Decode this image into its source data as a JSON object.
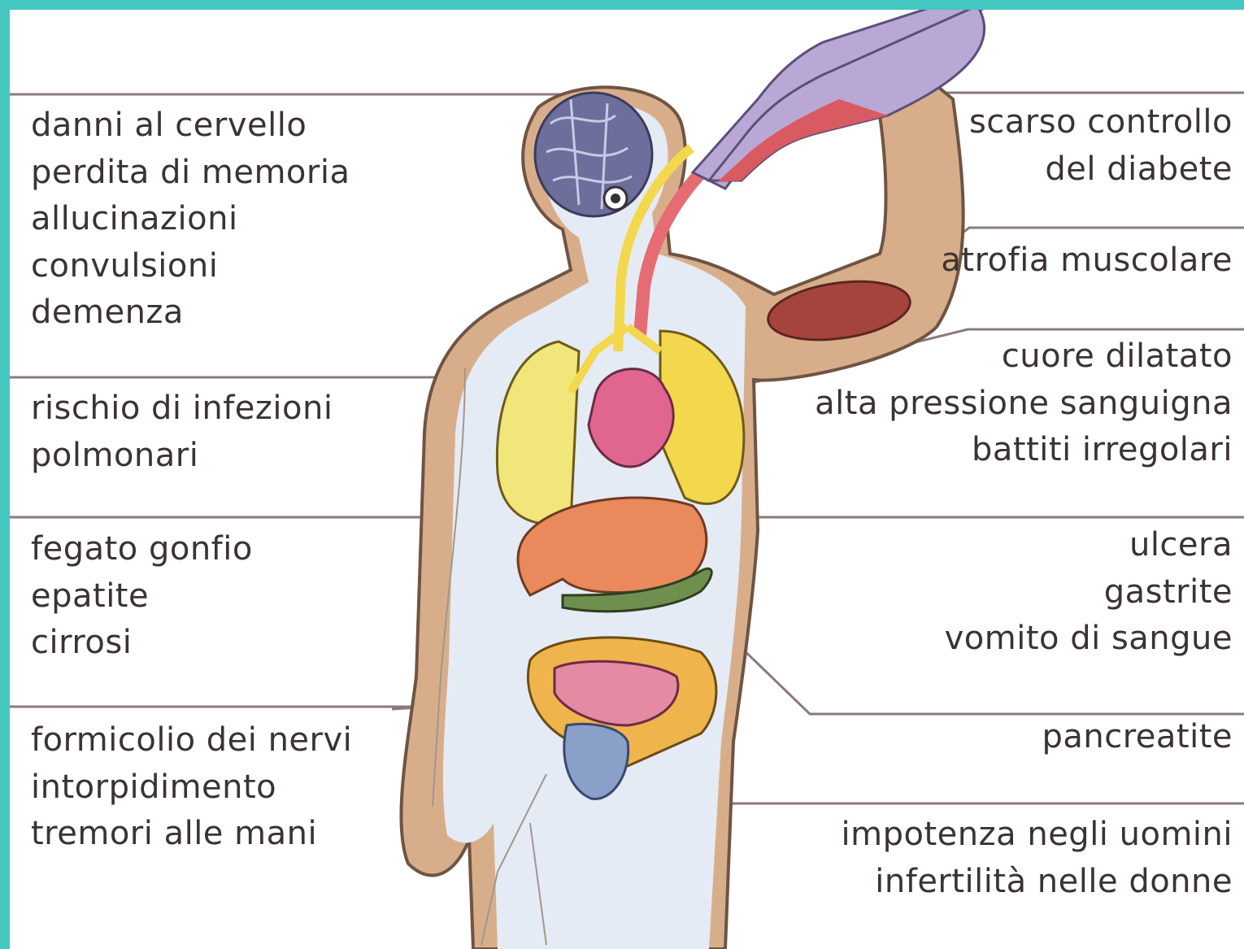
{
  "colors": {
    "frame": "#44c7c0",
    "background": "#ffffff",
    "text": "#3b3333",
    "leader_lines": "#8a7a7e",
    "skin": "#d8ae8a",
    "body_fill": "#e4ebf4",
    "brain": "#6e6e9c",
    "lung_left": "#f0e67a",
    "lung_right": "#f3d84e",
    "heart": "#e0658f",
    "liver": "#e9895c",
    "pancreas": "#6f8f4f",
    "intestines": "#efb44c",
    "bladder": "#8aa0c8",
    "bottle": "#b9a8d6",
    "wine": "#d95a60"
  },
  "labels_left": [
    {
      "id": "brain",
      "lines": [
        "danni al cervello",
        "perdita di memoria",
        "allucinazioni",
        "convulsioni",
        "demenza"
      ]
    },
    {
      "id": "lungs",
      "lines": [
        "rischio di infezioni",
        "polmonari"
      ]
    },
    {
      "id": "liver",
      "lines": [
        "fegato gonfio",
        "epatite",
        "cirrosi"
      ]
    },
    {
      "id": "nerves",
      "lines": [
        "formicolio dei nervi",
        "intorpidimento",
        "tremori alle  mani"
      ]
    }
  ],
  "labels_right": [
    {
      "id": "diabetes",
      "lines": [
        "scarso controllo",
        "del diabete"
      ]
    },
    {
      "id": "muscles",
      "lines": [
        "atrofia muscolare"
      ]
    },
    {
      "id": "heart",
      "lines": [
        "cuore dilatato",
        "alta pressione sanguigna",
        "battiti irregolari"
      ]
    },
    {
      "id": "stomach",
      "lines": [
        "ulcera",
        "gastrite",
        "vomito di sangue"
      ]
    },
    {
      "id": "pancreas",
      "lines": [
        "pancreatite"
      ]
    },
    {
      "id": "reproductive",
      "lines": [
        "impotenza negli uomini",
        "infertilità nelle donne"
      ]
    }
  ]
}
